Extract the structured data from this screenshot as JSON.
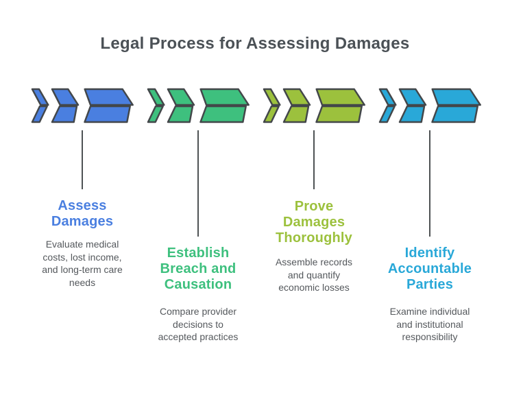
{
  "title": "Legal Process for Assessing Damages",
  "colors": {
    "blue": "#4a7fe0",
    "green": "#3ec07e",
    "lime": "#9cc13d",
    "cyan": "#29a8d8",
    "chevron_outline": "#43474a",
    "title_gray": "#4b5156",
    "description_gray": "#54585c",
    "connector_gray": "#4e5254",
    "background": "#ffffff"
  },
  "steps": [
    {
      "id": "assess-damages",
      "color": "#4a7fe0",
      "title": "Assess\nDamages",
      "description": "Evaluate medical\ncosts, lost income,\nand long-term care\nneeds"
    },
    {
      "id": "establish-breach-and-causation",
      "color": "#3ec07e",
      "title": "Establish\nBreach and\nCausation",
      "description": "Compare provider\ndecisions to\naccepted practices"
    },
    {
      "id": "prove-damages-thoroughly",
      "color": "#9cc13d",
      "title": "Prove\nDamages\nThoroughly",
      "description": "Assemble records\nand quantify\neconomic losses"
    },
    {
      "id": "identify-accountable-parties",
      "color": "#29a8d8",
      "title": "Identify\nAccountable\nParties",
      "description": "Examine individual\nand institutional\nresponsibility"
    }
  ]
}
